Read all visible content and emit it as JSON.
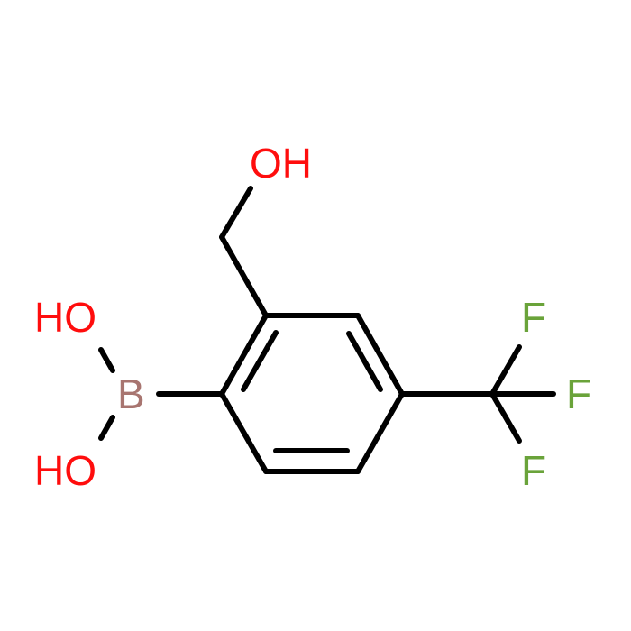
{
  "atoms": {
    "hydroxymethyl_oh": {
      "text": "OH"
    },
    "boronic_oh_top": {
      "text": "HO"
    },
    "boronic_oh_bottom": {
      "text": "HO"
    },
    "boron": {
      "text": "B"
    },
    "fluorine_top": {
      "text": "F"
    },
    "fluorine_middle": {
      "text": "F"
    },
    "fluorine_bottom": {
      "text": "F"
    }
  },
  "colors": {
    "bond": "#000000",
    "oxygen": "#ff0d0d",
    "boron": "#a87570",
    "fluorine": "#6aa33a",
    "background": "#ffffff"
  }
}
